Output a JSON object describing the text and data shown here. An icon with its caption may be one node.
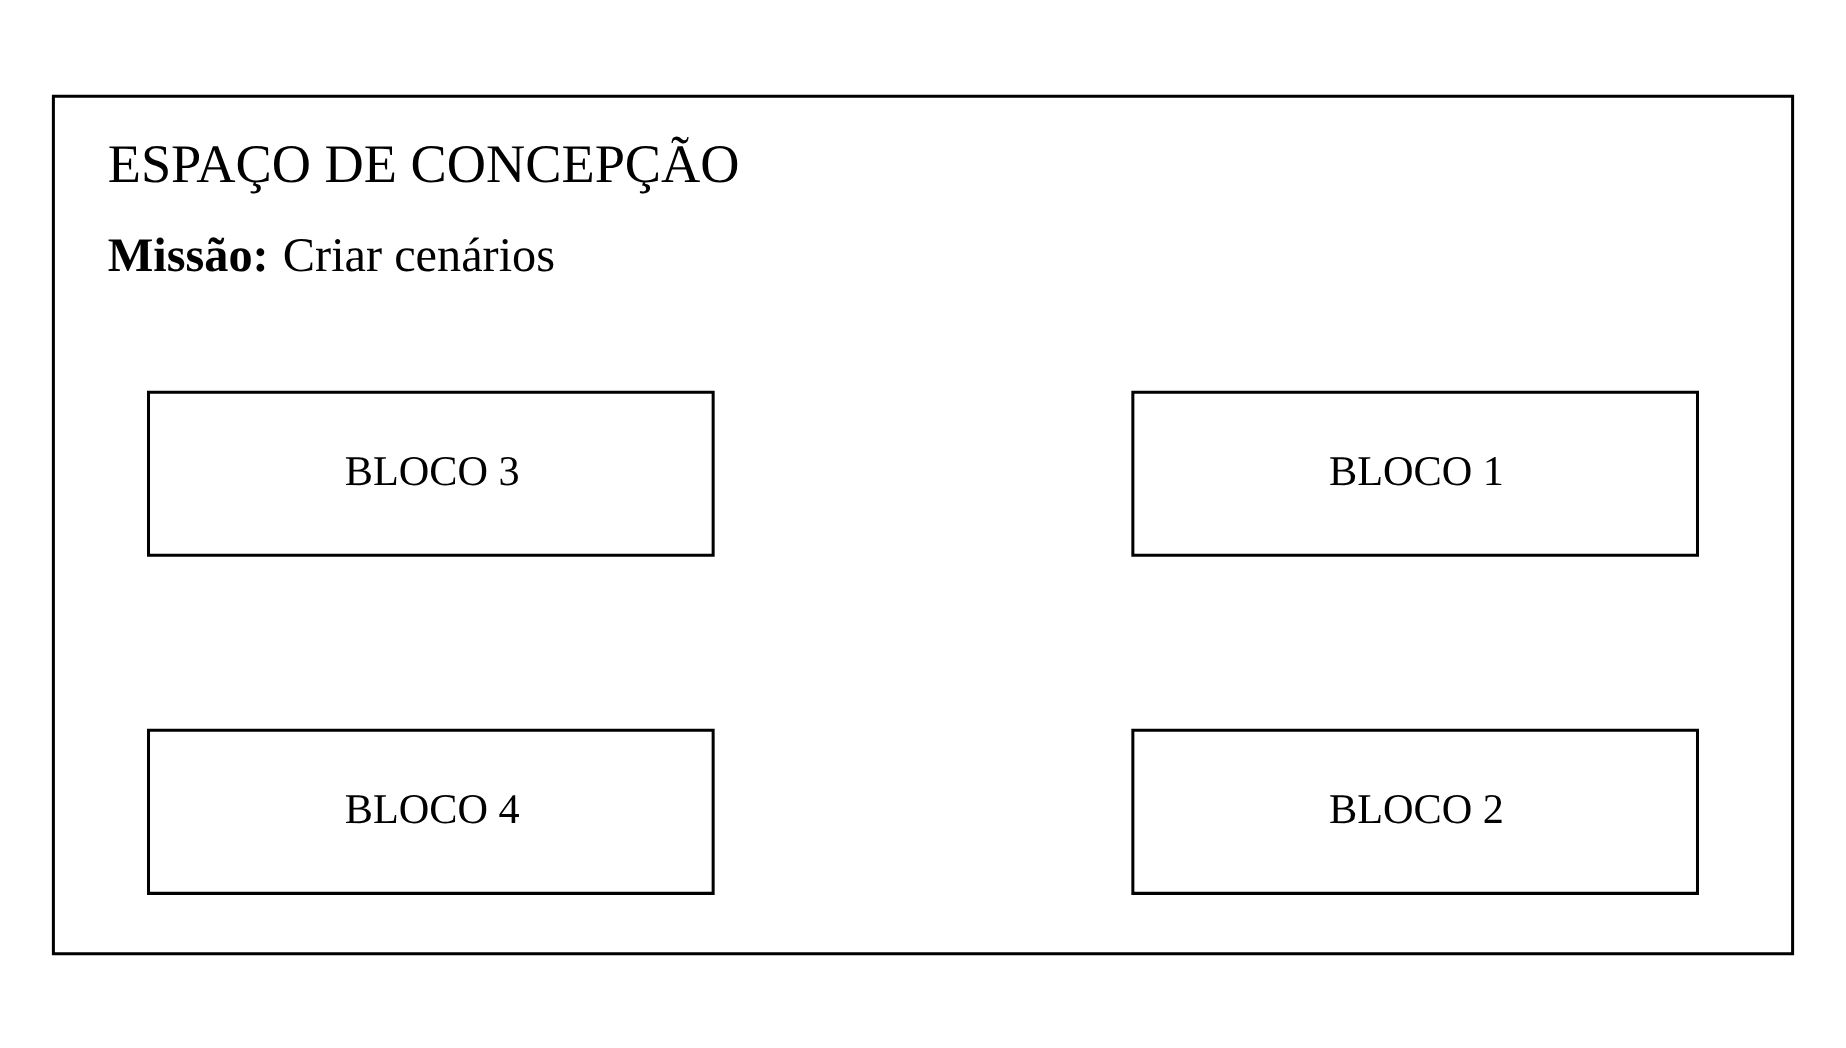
{
  "diagram": {
    "nodes": [
      {
        "text": [
          "ESPAÇO DE CONCEPÇÃO",
          "**Missão:** Criar cenários"
        ]
      },
      {
        "text": [
          "BLOCO 1"
        ],
        "in": 0
      },
      {
        "text": [
          "BLOCO 3"
        ],
        "in": 0
      },
      {
        "text": [
          "BLOCO 2"
        ],
        "in": 0
      },
      {
        "text": [
          "BLOCO 4"
        ],
        "in": 0
      }
    ]
  }
}
